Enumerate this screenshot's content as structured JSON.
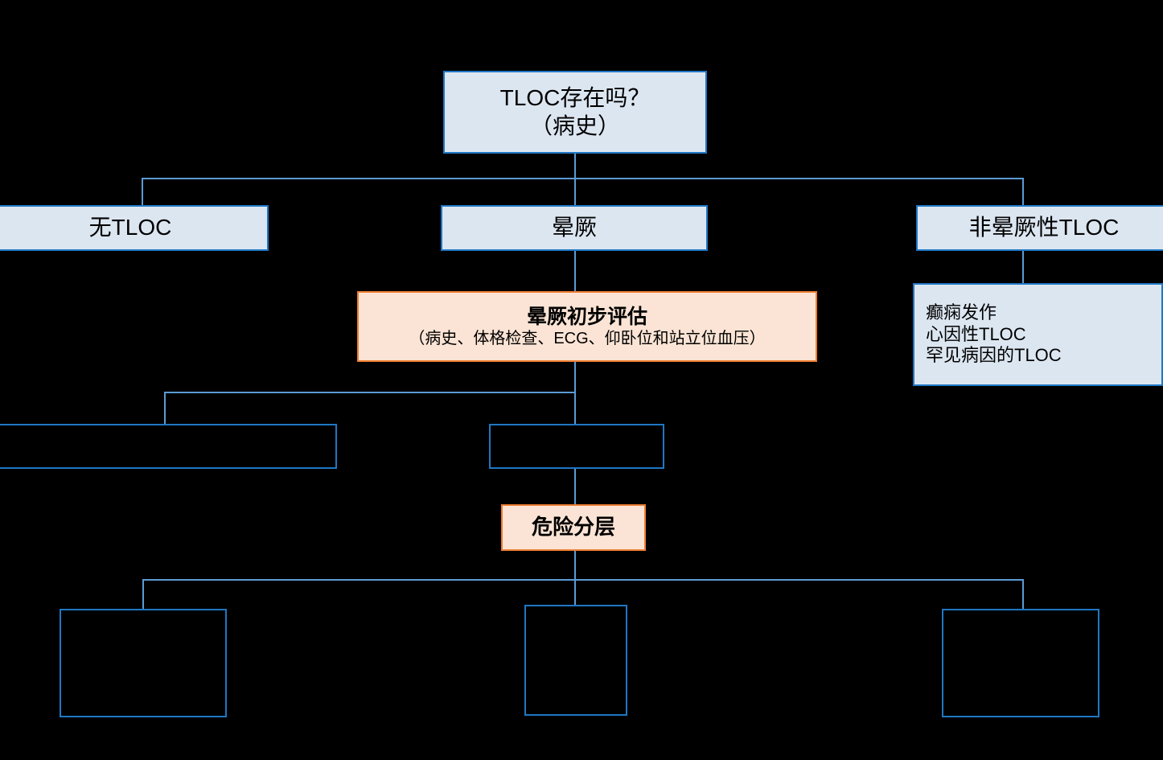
{
  "diagram": {
    "title": "TLOC / Syncope Evaluation Flowchart",
    "colors": {
      "background": "#000000",
      "box_blue_fill": "#dce6f1",
      "box_blue_border": "#1f77c4",
      "box_orange_fill": "#fbe4d5",
      "box_orange_border": "#ed7d31",
      "connector": "#5b9bd5",
      "text": "#000000"
    },
    "nodes": {
      "root": {
        "line1": "TLOC存在吗？",
        "line2": "（病史）"
      },
      "no_tloc": {
        "label": "无TLOC"
      },
      "syncope": {
        "label": "晕厥"
      },
      "non_syncopal_tloc": {
        "label": "非晕厥性TLOC"
      },
      "initial_evaluation": {
        "title": "晕厥初步评估",
        "subtitle": "（病史、体格检查、ECG、仰卧位和站立位血压）"
      },
      "non_syncopal_list": {
        "line1": "癫痫发作",
        "line2": "心因性TLOC",
        "line3": "罕见病因的TLOC"
      },
      "risk_stratification": {
        "label": "危险分层"
      },
      "mid_left": {
        "label": ""
      },
      "mid_center": {
        "label": ""
      },
      "bottom_left": {
        "label": ""
      },
      "bottom_center": {
        "label": ""
      },
      "bottom_right": {
        "label": ""
      }
    }
  }
}
